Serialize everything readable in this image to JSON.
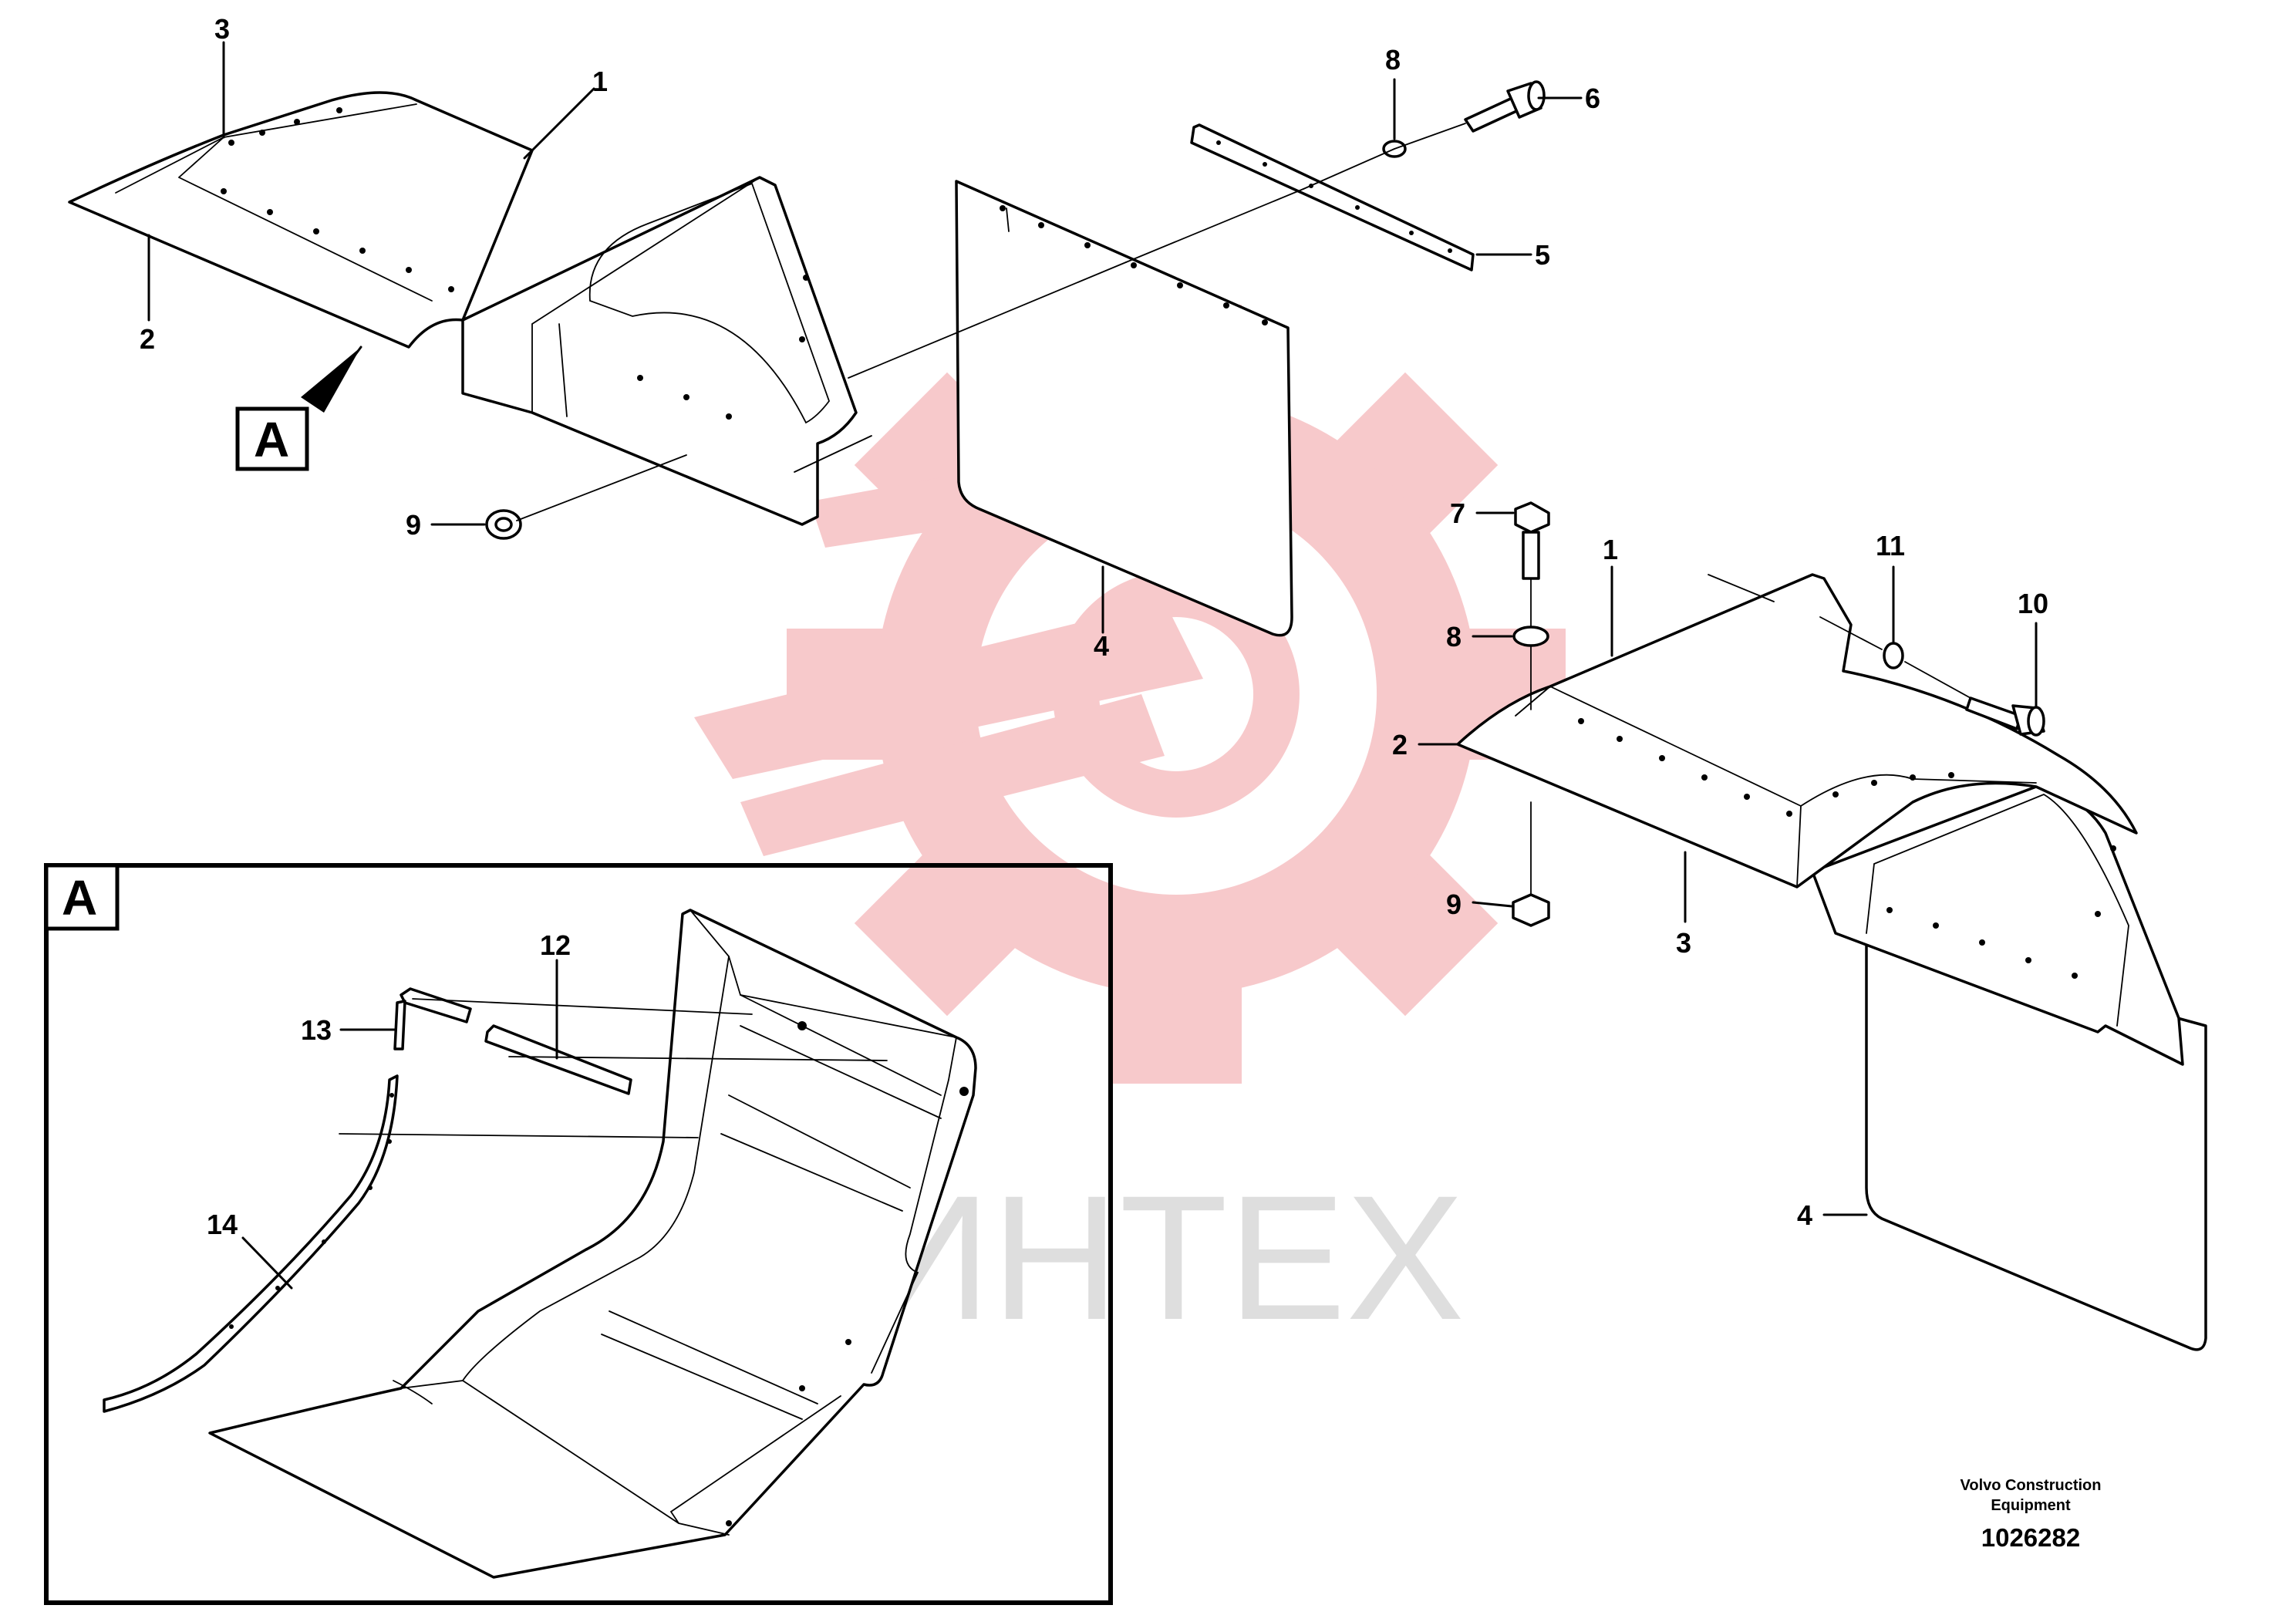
{
  "watermark": {
    "text": "ИНТЕХ",
    "gear_color": "#f7c9cb",
    "text_color": "#dedede"
  },
  "detail_view": {
    "label": "A",
    "pointer_label": "A"
  },
  "callouts": {
    "tl_3": "3",
    "tl_1": "1",
    "tl_2": "2",
    "tl_8": "8",
    "tl_6": "6",
    "tl_5": "5",
    "tl_9": "9",
    "tl_4": "4",
    "r_7": "7",
    "r_1": "1",
    "r_11": "11",
    "r_10": "10",
    "r_8": "8",
    "r_2": "2",
    "r_9": "9",
    "r_3": "3",
    "r_4": "4",
    "a_12": "12",
    "a_13": "13",
    "a_14": "14"
  },
  "footer": {
    "company_line1": "Volvo Construction",
    "company_line2": "Equipment",
    "drawing_number": "1026282"
  }
}
